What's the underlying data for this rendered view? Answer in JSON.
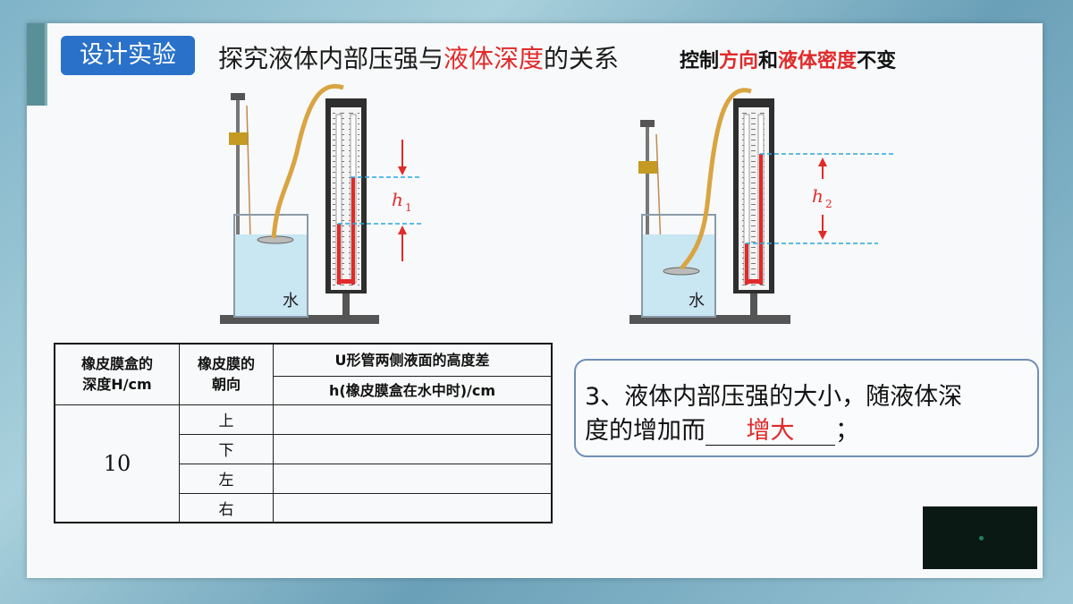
{
  "tag_label": "设计实验",
  "title": {
    "pre": "探究液体内部压强与",
    "red": "液体深度",
    "post": "的关系"
  },
  "control": {
    "pre": "控制",
    "red1": "方向",
    "mid": "和",
    "red2": "液体密度",
    "post": "不变"
  },
  "figure_left": {
    "water_label": "水",
    "h_label": "h",
    "h_sub": "1"
  },
  "figure_right": {
    "water_label": "水",
    "h_label": "h",
    "h_sub": "2"
  },
  "table": {
    "col1_header": [
      "橡皮膜盒的",
      "深度H/cm"
    ],
    "col2_header": [
      "橡皮膜的",
      "朝向"
    ],
    "col3_header": "U形管两侧液面的高度差",
    "col3_sub_header": "h(橡皮膜盒在水中时)/cm",
    "depth_value": "10",
    "directions": [
      "上",
      "下",
      "左",
      "右"
    ]
  },
  "answer": {
    "line1": "3、液体内部压强的大小，随液体深",
    "line2_pre": "度的增加而",
    "fill": "增大",
    "line2_post": "；"
  },
  "colors": {
    "accent_blue": "#2a72c9",
    "highlight_red": "#e12a2a",
    "dash_blue": "#2aa5e0"
  }
}
